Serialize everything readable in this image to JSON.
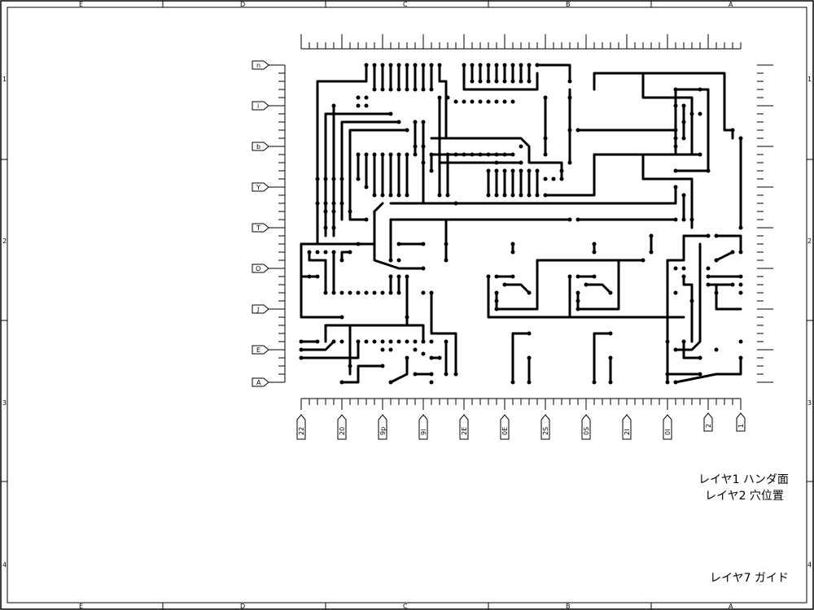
{
  "frame": {
    "top_zones": [
      "E",
      "D",
      "C",
      "B",
      "A"
    ],
    "bottom_zones": [
      "E",
      "D",
      "C",
      "B",
      "A"
    ],
    "left_rows": [
      "1",
      "2",
      "3",
      "4"
    ],
    "right_rows": [
      "1",
      "2",
      "3",
      "4"
    ]
  },
  "connector_rows": [
    "n",
    "i",
    "b",
    "Y",
    "T",
    "O",
    "J",
    "E",
    "A"
  ],
  "connector_cols": [
    "22",
    "20",
    "9p",
    "9l",
    "2E",
    "0E",
    "2S",
    "0S",
    "2I",
    "0I",
    "2",
    "1"
  ],
  "notes": {
    "layer1": "レイヤ1 ハンダ面",
    "layer2": "レイヤ2 穴位置",
    "layer7": "レイヤ7 ガイド"
  }
}
